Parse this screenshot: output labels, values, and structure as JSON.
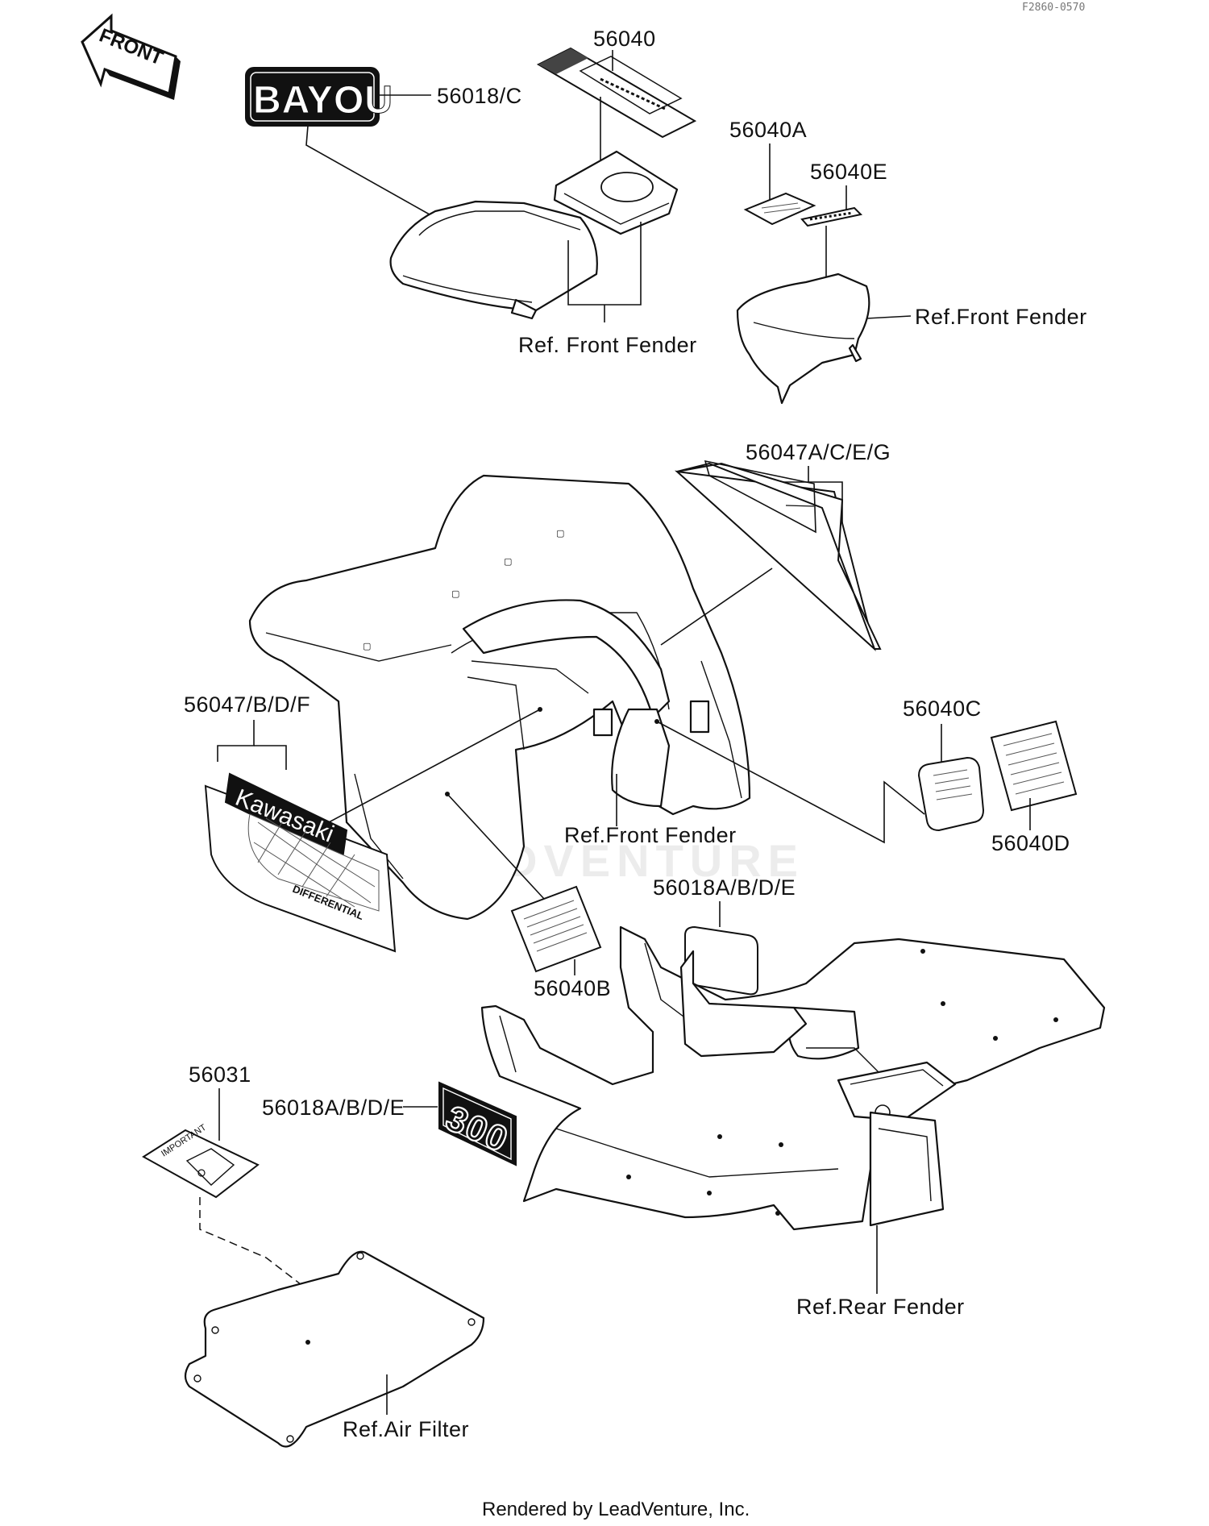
{
  "header": {
    "drawing_code": "F2860-0570"
  },
  "front_arrow": {
    "text": "FRONT"
  },
  "decals": {
    "bayou": "BAYOU",
    "kawasaki": "Kawasaki",
    "differential": "DIFFERENTIAL",
    "model": "300",
    "important": "IMPORTANT"
  },
  "callouts": {
    "p56018C": "56018/C",
    "p56040": "56040",
    "p56040A": "56040A",
    "p56040E": "56040E",
    "ref_front_fender_1": "Ref. Front Fender",
    "ref_front_fender_2": "Ref.Front Fender",
    "p56047ACEG": "56047A/C/E/G",
    "p56047BDF": "56047/B/D/F",
    "p56040C": "56040C",
    "p56040D": "56040D",
    "ref_front_fender_3": "Ref.Front Fender",
    "p56018ABDE_1": "56018A/B/D/E",
    "p56040B": "56040B",
    "p56031": "56031",
    "p56018ABDE_2": "56018A/B/D/E",
    "ref_rear_fender": "Ref.Rear Fender",
    "ref_air_filter": "Ref.Air Filter"
  },
  "watermark": "LEADVENTURE",
  "footer": {
    "text": "Rendered by LeadVenture, Inc."
  }
}
